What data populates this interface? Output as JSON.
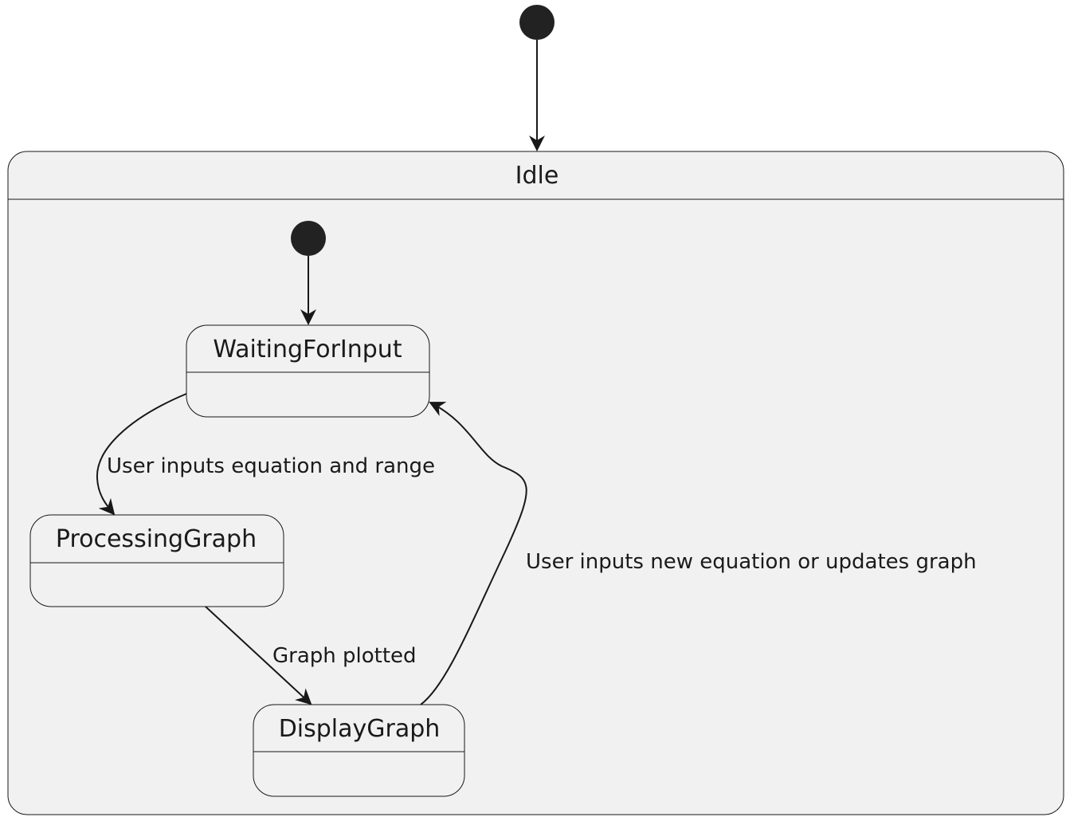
{
  "composite_state": {
    "name": "Idle"
  },
  "states": {
    "waiting": "WaitingForInput",
    "processing": "ProcessingGraph",
    "display": "DisplayGraph"
  },
  "transitions": {
    "waiting_to_processing": "User inputs equation and range",
    "processing_to_display": "Graph plotted",
    "display_to_waiting": "User inputs new equation or updates graph"
  },
  "colors": {
    "state_fill": "#f1f1f1",
    "stroke": "#181818",
    "start_marker": "#222222"
  }
}
